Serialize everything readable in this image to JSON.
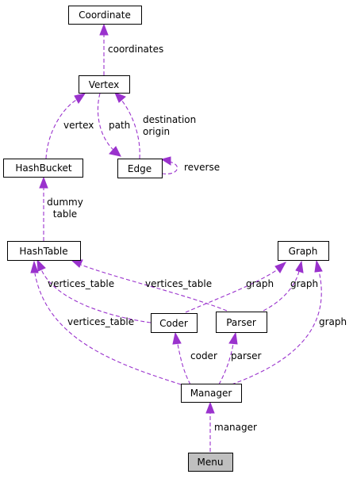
{
  "nodes": {
    "coordinate": "Coordinate",
    "vertex": "Vertex",
    "hashbucket": "HashBucket",
    "edge": "Edge",
    "hashtable": "HashTable",
    "graph": "Graph",
    "coder": "Coder",
    "parser": "Parser",
    "manager": "Manager",
    "menu": "Menu"
  },
  "edges": {
    "coordinates": "coordinates",
    "path": "path",
    "destination": "destination",
    "origin": "origin",
    "reverse": "reverse",
    "vertex": "vertex",
    "dummy": "dummy",
    "table": "table",
    "vertices_table_coder": "vertices_table",
    "vertices_table_parser": "vertices_table",
    "vertices_table_manager": "vertices_table",
    "graph_coder": "graph",
    "graph_parser": "graph",
    "graph_manager": "graph",
    "coder": "coder",
    "parser": "parser",
    "manager": "manager"
  },
  "colors": {
    "edge": "#9a32cd",
    "node_border": "#000000",
    "highlight_fill": "#bfbfbf"
  }
}
